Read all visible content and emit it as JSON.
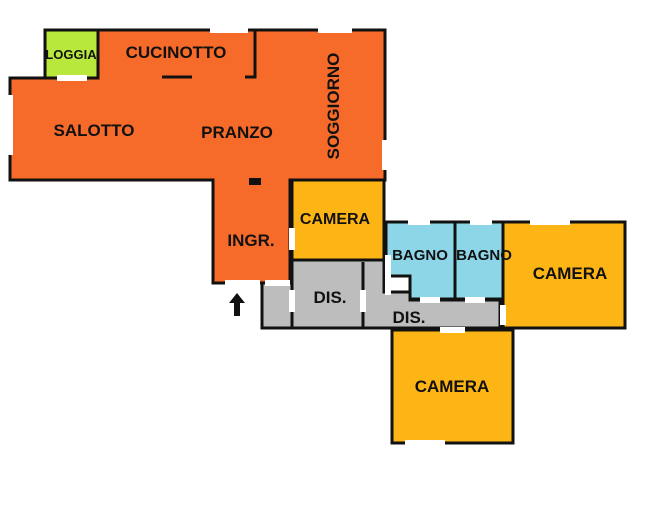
{
  "floorplan": {
    "colors": {
      "living": "#F76B2A",
      "bedroom": "#FDB515",
      "bath": "#8CD6E8",
      "hall": "#BDBDBD",
      "loggia": "#B8E83C",
      "wall": "#111111",
      "window": "#ffffff"
    },
    "rooms": {
      "loggia": "LOGGIA",
      "cucinotto": "CUCINOTTO",
      "salotto": "SALOTTO",
      "pranzo": "PRANZO",
      "soggiorno": "SOGGIORNO",
      "ingresso": "INGR.",
      "camera1": "CAMERA",
      "bagno1": "BAGNO",
      "bagno2": "BAGNO",
      "camera2": "CAMERA",
      "camera3": "CAMERA",
      "dis1": "DIS.",
      "dis2": "DIS."
    },
    "entrance_icon": "arrow-up-icon"
  }
}
